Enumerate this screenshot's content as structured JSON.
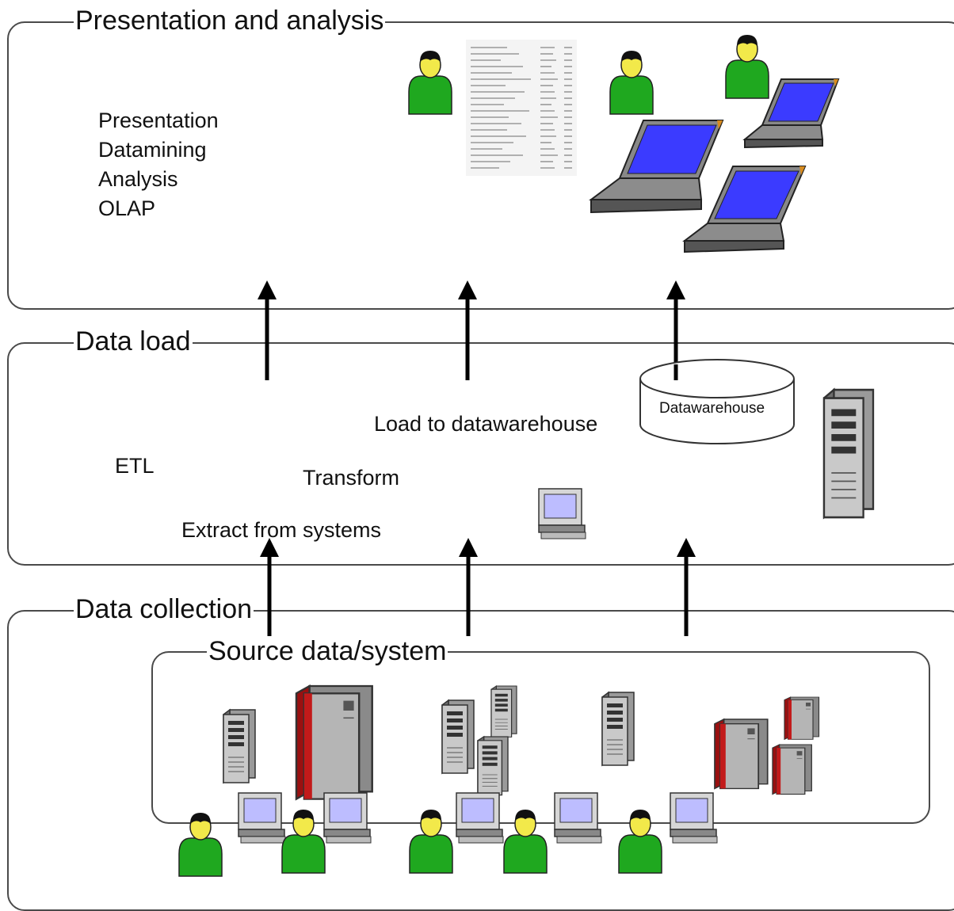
{
  "layers": {
    "presentation": {
      "title": "Presentation and analysis",
      "items": [
        "Presentation",
        "Datamining",
        "Analysis",
        "OLAP"
      ]
    },
    "data_load": {
      "title": "Data load",
      "etl": "ETL",
      "transform": "Transform",
      "extract": "Extract from systems",
      "load": "Load  to datawarehouse",
      "datawarehouse": "Datawarehouse"
    },
    "data_collection": {
      "title": "Data collection",
      "source": "Source data/system"
    }
  },
  "colors": {
    "person_body": "#1fa81f",
    "person_face": "#f2e94a",
    "screen": "#3b3bff",
    "server_red": "#9a1010",
    "border": "#4a4a4a"
  },
  "icons": [
    "person-icon",
    "laptop-icon",
    "report-document-icon",
    "desktop-computer-icon",
    "server-tower-icon",
    "mainframe-icon",
    "database-cylinder-icon",
    "up-arrow-icon"
  ]
}
